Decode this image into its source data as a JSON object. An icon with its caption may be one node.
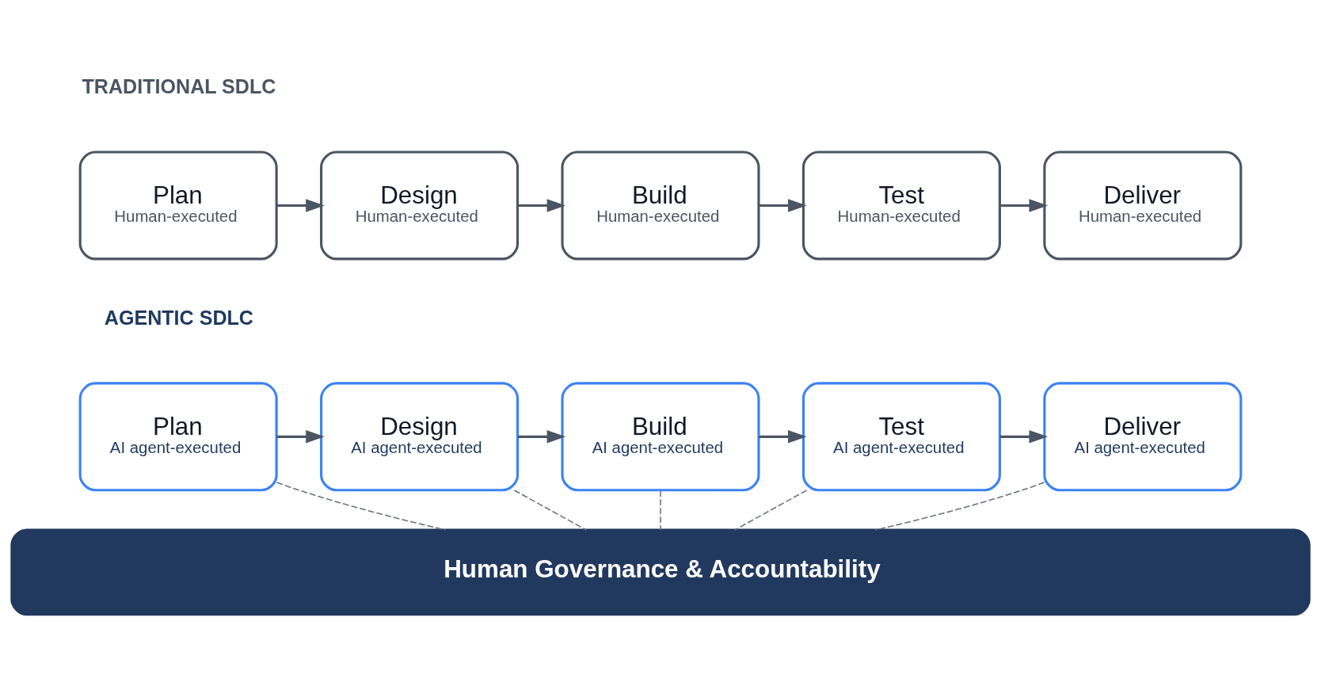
{
  "diagram": {
    "nodes": [
      {
        "text": [
          "Plan",
          "Human-executed"
        ]
      },
      {
        "text": [
          "Design",
          "Human-executed"
        ]
      },
      {
        "text": [
          "Build",
          "Human-executed"
        ]
      },
      {
        "text": [
          "Test",
          "Human-executed"
        ]
      },
      {
        "text": [
          "Deliver",
          "Human-executed"
        ]
      },
      {
        "text": [
          "Plan",
          "AI agent-executed"
        ]
      },
      {
        "text": [
          "Design",
          "AI agent-executed"
        ]
      },
      {
        "text": [
          "Build",
          "AI agent-executed"
        ]
      },
      {
        "text": [
          "Test",
          "AI agent-executed"
        ]
      },
      {
        "text": [
          "Deliver",
          "AI agent-executed"
        ]
      },
      {
        "text": [
          "Human Governance & Accountability"
        ]
      }
    ],
    "edges": [
      {
        "from": 0,
        "to": 1,
        "arrow": "to"
      },
      {
        "from": 1,
        "to": 2,
        "arrow": "to"
      },
      {
        "from": 2,
        "to": 3,
        "arrow": "to"
      },
      {
        "from": 3,
        "to": 4,
        "arrow": "to"
      },
      {
        "from": 5,
        "to": 6,
        "arrow": "to"
      },
      {
        "from": 6,
        "to": 7,
        "arrow": "to"
      },
      {
        "from": 7,
        "to": 8,
        "arrow": "to"
      },
      {
        "from": 8,
        "to": 9,
        "arrow": "to"
      },
      {
        "from": 5,
        "to": 10,
        "arrow": "none",
        "style": "dashed"
      },
      {
        "from": 6,
        "to": 10,
        "arrow": "none",
        "style": "dashed"
      },
      {
        "from": 7,
        "to": 10,
        "arrow": "none",
        "style": "dashed"
      },
      {
        "from": 8,
        "to": 10,
        "arrow": "none",
        "style": "dashed"
      },
      {
        "from": 9,
        "to": 10,
        "arrow": "none",
        "style": "dashed"
      }
    ],
    "labels": [
      "TRADITIONAL SDLC",
      "AGENTIC SDLC"
    ]
  }
}
